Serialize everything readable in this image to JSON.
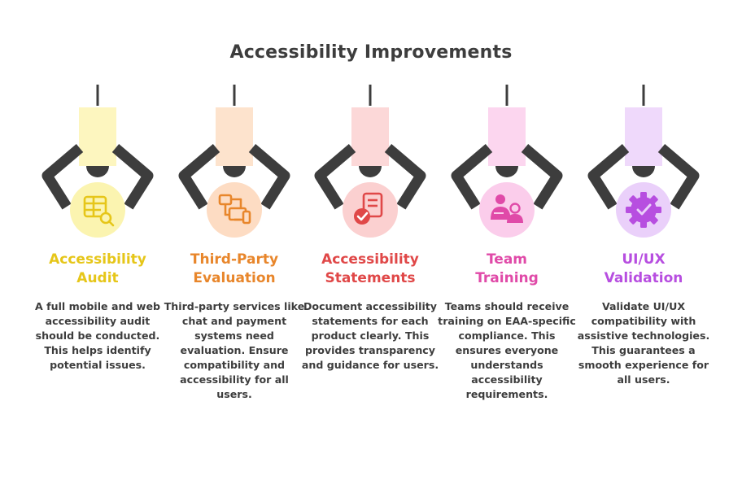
{
  "title": "Accessibility Improvements",
  "items": [
    {
      "heading": "Accessibility Audit",
      "heading_lines": [
        "Accessibility",
        "Audit"
      ],
      "description": "A full mobile and web accessibility audit should be conducted. This helps identify potential issues.",
      "accent": "#e6c619",
      "panel": "#fdf6bf",
      "circle": "#fbf4b0",
      "icon": "table-search-icon"
    },
    {
      "heading": "Third-Party Evaluation",
      "heading_lines": [
        "Third-Party",
        "Evaluation"
      ],
      "description": "Third-party services like chat and payment systems need evaluation. Ensure compatibility and accessibility for all users.",
      "accent": "#e8862b",
      "panel": "#fde3cd",
      "circle": "#fddcc3",
      "icon": "connected-devices-icon"
    },
    {
      "heading": "Accessibility Statements",
      "heading_lines": [
        "Accessibility",
        "Statements"
      ],
      "description": "Document accessibility statements for each product clearly. This provides transparency and guidance for users.",
      "accent": "#e04848",
      "panel": "#fcd8d8",
      "circle": "#fbd0d0",
      "icon": "document-check-icon"
    },
    {
      "heading": "Team Training",
      "heading_lines": [
        "Team",
        "Training"
      ],
      "description": "Teams should receive training on EAA-specific compliance. This ensures everyone understands accessibility requirements.",
      "accent": "#e04aa8",
      "panel": "#fcd6ef",
      "circle": "#fbcdeb",
      "icon": "team-training-icon"
    },
    {
      "heading": "UI/UX Validation",
      "heading_lines": [
        "UI/UX",
        "Validation"
      ],
      "description": "Validate UI/UX compatibility with assistive technologies. This guarantees a smooth experience for all users.",
      "accent": "#b74ee0",
      "panel": "#efd9fb",
      "circle": "#ead0fa",
      "icon": "gear-check-icon"
    }
  ]
}
